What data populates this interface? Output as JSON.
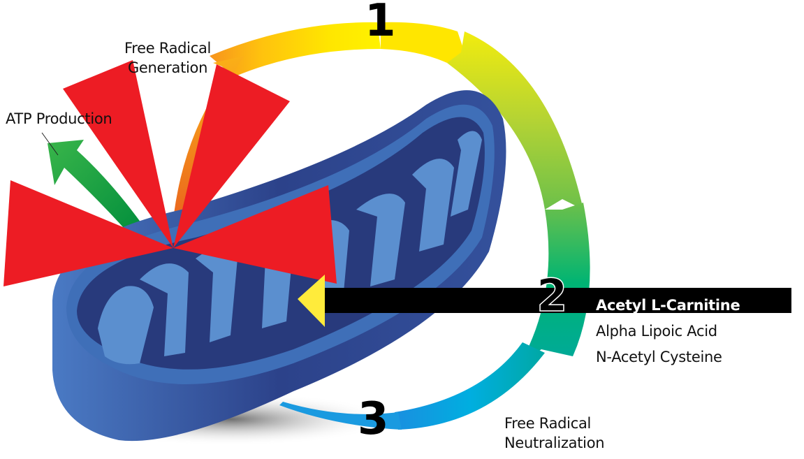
{
  "diagram": {
    "subject": "mitochondrion",
    "cycle_steps": [
      {
        "number": "1",
        "color": "#ffe000"
      },
      {
        "number": "2",
        "color": "#1ab27a"
      },
      {
        "number": "3",
        "color": "#1aa6e0"
      }
    ],
    "labels": {
      "free_radical_generation": [
        "Free Radical",
        "Generation"
      ],
      "atp_production": "ATP Production",
      "free_radical_neutralization": [
        "Free Radical",
        "Neutralization"
      ]
    },
    "supplements": [
      {
        "name": "Acetyl L-Carnitine",
        "highlighted": true
      },
      {
        "name": "Alpha Lipoic Acid",
        "highlighted": false
      },
      {
        "name": "N-Acetyl Cysteine",
        "highlighted": false
      }
    ],
    "colors": {
      "free_radical_rays": "#ed1c24",
      "atp_arrow": "#0a9a44",
      "pointer_arrow": "#ffeb3b",
      "pointer_bar": "#000000",
      "membrane_outer": "#3f6fb8",
      "membrane_dark": "#283a7c",
      "cristae_light": "#6095d0",
      "cycle_gradient": [
        "#f7941d",
        "#ffd200",
        "#fff200",
        "#c9dc2a",
        "#6cc04a",
        "#00b07a",
        "#00a8b8",
        "#1aa6e8"
      ]
    }
  }
}
